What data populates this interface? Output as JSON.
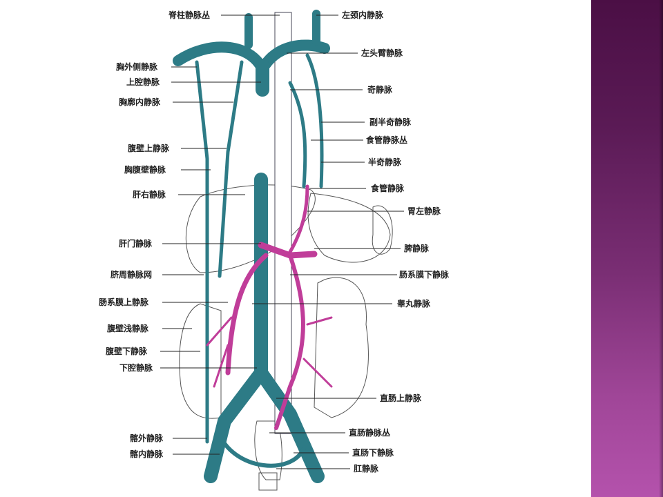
{
  "labels_left": [
    "脊柱静脉丛",
    "胸外侧静脉",
    "上腔静脉",
    "胸廓内静脉",
    "腹壁上静脉",
    "胸腹壁静脉",
    "肝右静脉",
    "肝门静脉",
    "脐周静脉网",
    "肠系膜上静脉",
    "腹壁浅静脉",
    "腹壁下静脉",
    "下腔静脉",
    "髂外静脉",
    "髂内静脉"
  ],
  "labels_right": [
    "左颈内静脉",
    "左头臂静脉",
    "奇静脉",
    "副半奇静脉",
    "食管静脉丛",
    "半奇静脉",
    "食管静脉",
    "胃左静脉",
    "脾静脉",
    "肠系膜下静脉",
    "睾丸静脉",
    "直肠上静脉",
    "直肠静脉丛",
    "直肠下静脉",
    "肛静脉"
  ],
  "colors": {
    "systemic_vein": "#7fcad6",
    "portal_vein": "#d94aae",
    "panel": "#6a2464"
  }
}
